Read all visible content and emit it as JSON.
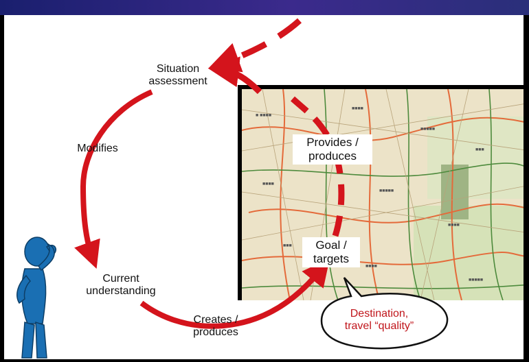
{
  "nodes": {
    "situation": [
      "Situation",
      "assessment"
    ],
    "modifies": "Modifies",
    "current": [
      "Current",
      "understanding"
    ],
    "creates": [
      "Creates /",
      "produces"
    ],
    "provides": [
      "Provides /",
      "produces"
    ],
    "goal": [
      "Goal /",
      "targets"
    ]
  },
  "callout": [
    "Destination,",
    "travel “quality”"
  ],
  "map": {
    "description": "road map of a region"
  },
  "colors": {
    "arrow": "#d4141c",
    "callout_text": "#c0151b",
    "figure": "#1a6fb3"
  }
}
